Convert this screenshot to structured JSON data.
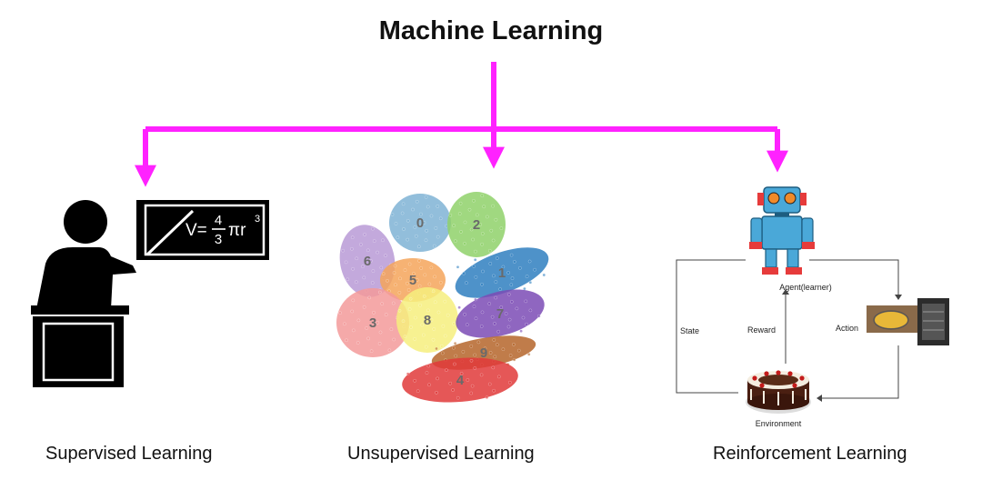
{
  "title": "Machine Learning",
  "branches": {
    "supervised": {
      "caption": "Supervised Learning",
      "formula": {
        "v": "V=",
        "num": "4",
        "den": "3",
        "pi_r": "πr",
        "exp": "3"
      }
    },
    "unsupervised": {
      "caption": "Unsupervised Learning",
      "clusters": [
        {
          "label": "0",
          "color": "#7fb3d5"
        },
        {
          "label": "2",
          "color": "#8fd16a"
        },
        {
          "label": "6",
          "color": "#b99ad6"
        },
        {
          "label": "5",
          "color": "#f5a55a"
        },
        {
          "label": "1",
          "color": "#2f7fc0"
        },
        {
          "label": "3",
          "color": "#f39a9a"
        },
        {
          "label": "8",
          "color": "#f6ee7e"
        },
        {
          "label": "7",
          "color": "#7b4bb5"
        },
        {
          "label": "9",
          "color": "#b5652a"
        },
        {
          "label": "4",
          "color": "#e03a3a"
        }
      ]
    },
    "reinforcement": {
      "caption": "Reinforcement Learning",
      "agent_label": "Agent(learner)",
      "environment_label": "Environment",
      "state_label": "State",
      "reward_label": "Reward",
      "action_label": "Action"
    }
  },
  "colors": {
    "arrow": "#ff22ff",
    "ink": "#000000"
  }
}
